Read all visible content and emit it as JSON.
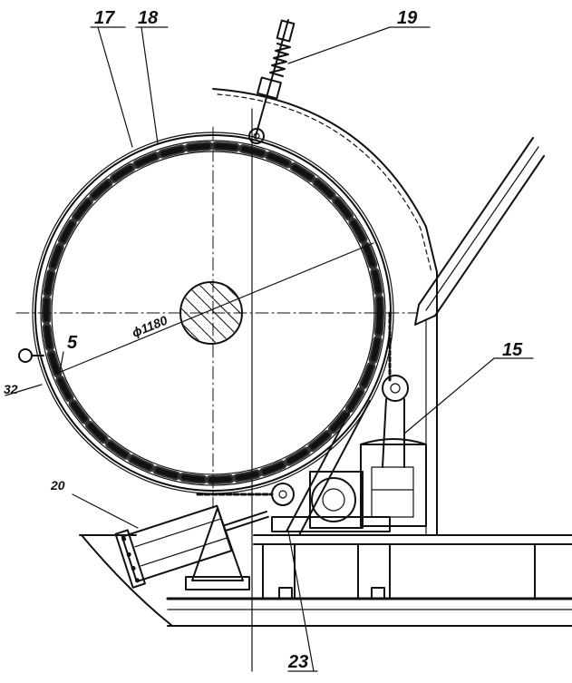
{
  "labels": {
    "l17": "17",
    "l18": "18",
    "l19": "19",
    "l15": "15",
    "l20": "20",
    "l23": "23",
    "l5": "5",
    "l32": "32",
    "diameter": "ϕ1180"
  }
}
